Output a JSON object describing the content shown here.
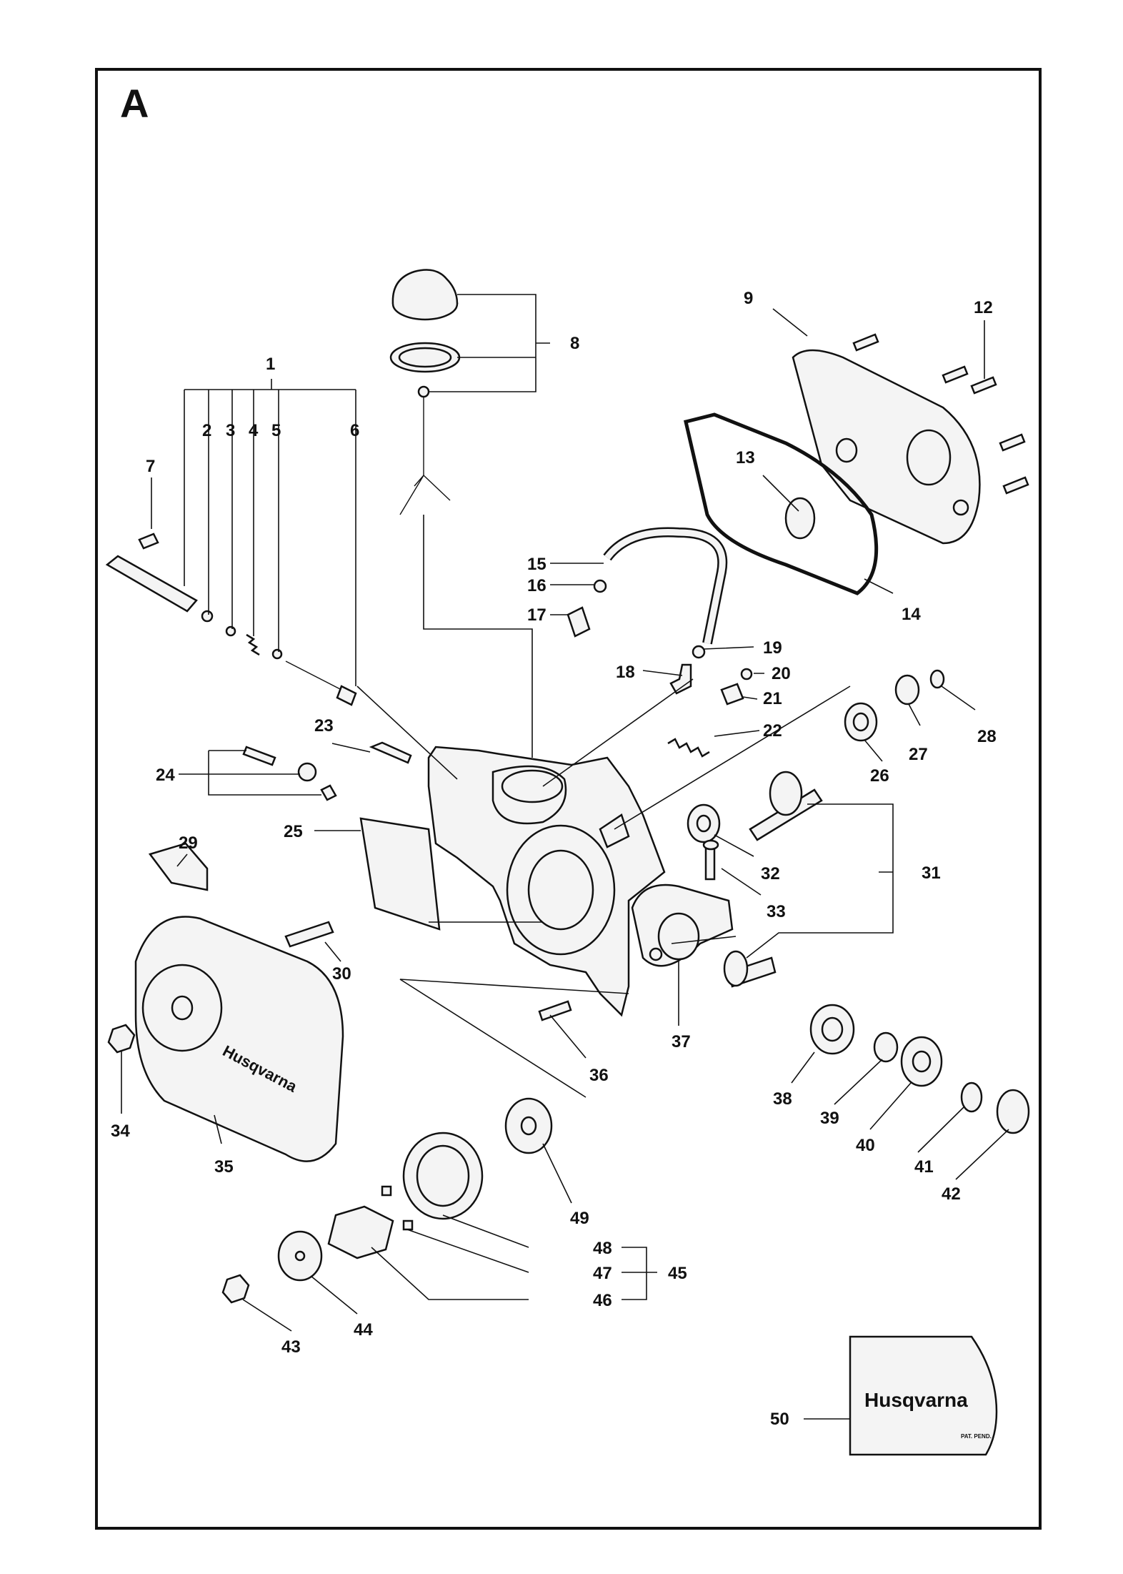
{
  "section_letter": "A",
  "brand_colors": {
    "line": "#111111",
    "fill": "#f4f4f4",
    "shade": "#9a9a9a"
  },
  "callouts": [
    "1",
    "2",
    "3",
    "4",
    "5",
    "6",
    "7",
    "8",
    "9",
    "12",
    "13",
    "14",
    "15",
    "16",
    "17",
    "18",
    "19",
    "20",
    "21",
    "22",
    "23",
    "24",
    "25",
    "26",
    "27",
    "28",
    "29",
    "30",
    "31",
    "32",
    "33",
    "34",
    "35",
    "36",
    "37",
    "38",
    "39",
    "40",
    "41",
    "42",
    "43",
    "44",
    "45",
    "46",
    "47",
    "48",
    "49",
    "50"
  ],
  "brand_text": {
    "cover_logo": "Husqvarna",
    "decal_logo": "Husqvarna",
    "decal_note": "PAT. PEND."
  }
}
